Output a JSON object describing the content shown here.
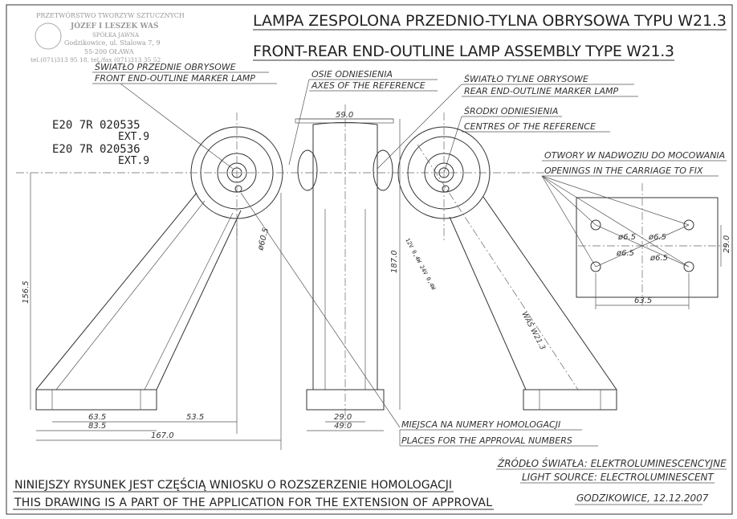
{
  "title": {
    "pl": "LAMPA  ZESPOLONA  PRZEDNIO-TYLNA OBRYSOWA TYPU W21.3",
    "en": "FRONT-REAR END-OUTLINE LAMP ASSEMBLY TYPE W21.3"
  },
  "stamp": {
    "lines": [
      "PRZETWÓRSTWO TWORZYW SZTUCZNYCH",
      "JÓZEF I LESZEK WAŚ",
      "SPÓŁKA JAWNA",
      "Godzikowice, ul. Stalowa 7, 9",
      "55-200 OŁAWA",
      "tel.(071)313 95 18, tel./fax (071)313 35 52"
    ]
  },
  "labels": {
    "front_pl": "ŚWIATŁO PRZEDNIE OBRYSOWE",
    "front_en": "FRONT END-OUTLINE MARKER LAMP",
    "axes_pl": "OSIE ODNIESIENIA",
    "axes_en": "AXES OF THE REFERENCE",
    "rear_pl": "ŚWIATŁO TYLNE OBRYSOWE",
    "rear_en": "REAR END-OUTLINE MARKER LAMP",
    "centres_pl": "ŚRODKI ODNIESIENIA",
    "centres_en": "CENTRES OF THE REFERENCE",
    "openings_pl": "OTWORY W NADWOZIU DO MOCOWANIA",
    "openings_en": "OPENINGS IN THE CARRIAGE TO FIX",
    "places_pl": "MIEJSCA NA NUMERY HOMOLOGACJI",
    "places_en": "PLACES FOR THE APPROVAL NUMBERS",
    "bulb": "12V 0,4W 24V 0,4W",
    "type_mark": "WAŚ W21.3"
  },
  "approvals": [
    "E20  7R  020535",
    "EXT.9",
    "E20  7R  020536",
    "EXT.9"
  ],
  "dimensions": {
    "top_width": "59.0",
    "height_left": "156.5",
    "dia": "ø60.5",
    "height_center": "187.0",
    "d63_5": "63.5",
    "d83_5": "83.5",
    "d53_5": "53.5",
    "d167": "167.0",
    "d29": "29.0",
    "d49": "49.0",
    "hole1": "ø6.5",
    "hole2": "ø6.5",
    "hole3": "ø6.5",
    "hole4": "ø6.5",
    "box_h": "29.0",
    "box_w": "63.5"
  },
  "footer": {
    "note_pl": "NINIEJSZY RYSUNEK JEST CZĘŚCIĄ WNIOSKU O ROZSZERZENIE HOMOLOGACJI",
    "note_en": "THIS DRAWING IS A PART OF THE APPLICATION FOR THE EXTENSION OF APPROVAL",
    "source_pl": "ŹRÓDŁO ŚWIATŁA: ELEKTROLUMINESCENCYJNE",
    "source_en": "LIGHT SOURCE: ELECTROLUMINESCENT",
    "place_date": "GODZIKOWICE, 12.12.2007"
  }
}
